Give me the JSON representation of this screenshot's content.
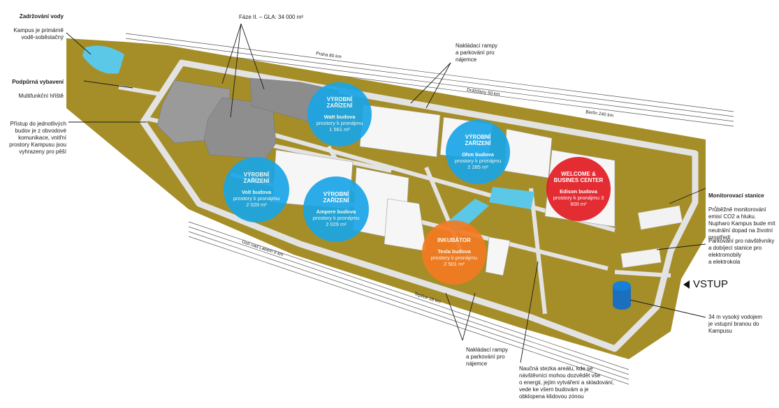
{
  "annotations": {
    "water": {
      "title": "Zadržování vody",
      "text": "Kampus je primárně\nvodě-soběstačný"
    },
    "sport": {
      "title": "Podpůrná vybavení",
      "text": "Multifunkční hřiště"
    },
    "access": {
      "text": "Přístup do jednotlivých\nbudov je z obvodové\nkomunikace, vnitřní\nprostory Kampusu jsou\nvyhrazeny pro pěší"
    },
    "phase": {
      "text": "Fáze II. – GLA: 34 000 m²"
    },
    "ramps_top": {
      "text": "Nakládací rampy\na parkování pro\nnájemce"
    },
    "ramps_bottom": {
      "text": "Nakládací rampy\na parkování pro\nnájemce"
    },
    "monitoring": {
      "title": "Monitorovací stanice",
      "text": "Průběžně monitorování\nemisí CO2 a hluku.\nNupharo Kampus bude mít\nneutrální dopad na životní\nprostředí"
    },
    "parking": {
      "text": "Parkování pro návštěvníky\na dobíjecí stanice pro\nelektromobily\na elektrokola"
    },
    "tower": {
      "text": "34 m vysoký vodojem\nje vstupní branou do\nKampusu"
    },
    "trail": {
      "text": "Naučná stezka areálu, kde se\nnávštěvníci mohou dozvědět vše\no energii, jejím vytváření a skladování,\nvede ke všem budovám a je\nobklopena klidovou zónou"
    }
  },
  "roads": {
    "praha": "Praha 80 km",
    "drazdany": "Drážďany 50 km",
    "berlin": "Berlín 240 km",
    "usti": "Ústí nad Labem 9 km",
    "teplice": "Teplice 18 km"
  },
  "entrance": {
    "label": "VSTUP"
  },
  "buildings": {
    "watt": {
      "title": "VÝROBNÍ\nZAŘÍZENÍ",
      "name": "Watt budova",
      "desc": "prostory k pronájmu\n1 561 m²"
    },
    "ohm": {
      "title": "VÝROBNÍ\nZAŘÍZENÍ",
      "name": "Ohm budova",
      "desc": "prostory k pronájmu\n2 285 m²"
    },
    "volt": {
      "title": "VÝROBNÍ\nZAŘÍZENÍ",
      "name": "Volt budova",
      "desc": "prostory k pronájmu\n2 029 m²"
    },
    "ampere": {
      "title": "VÝROBNÍ\nZAŘÍZENÍ",
      "name": "Ampere budova",
      "desc": "prostory k pronájmu\n2 029 m²"
    },
    "edison": {
      "title": "WELCOME &\nBUSINES CENTER",
      "name": "Edison budova",
      "desc": "prostory k pronájmu 3\n600 m²"
    },
    "tesla": {
      "title": "INKUBÁTOR",
      "name": "Tesla budova",
      "desc": "prostory k pronájmu\n2 501 m²"
    }
  },
  "colors": {
    "olive": "#a58e28",
    "path": "#e3e3e3",
    "water": "#5cc8e8",
    "blue": "#1aa5e6",
    "red": "#e31b23",
    "orange": "#f47a22",
    "grey_building": "#9a9a9a"
  }
}
